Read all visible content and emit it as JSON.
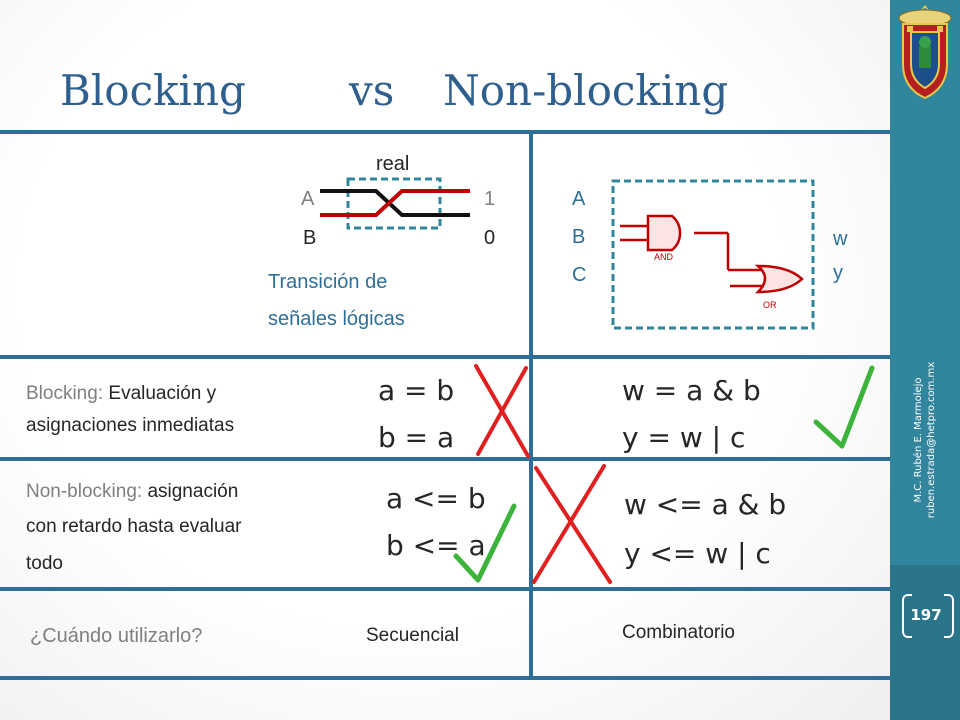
{
  "title": {
    "left": "Blocking",
    "mid": "vs",
    "right": "Non-blocking"
  },
  "diagram_left": {
    "real_label": "real",
    "in_a": "A",
    "in_b": "B",
    "out_1": "1",
    "out_0": "0",
    "caption_line1": "Transición de",
    "caption_line2": "señales lógicas"
  },
  "diagram_right": {
    "in_a": "A",
    "in_b": "B",
    "in_c": "C",
    "out_w": "w",
    "out_y": "y",
    "and_label": "AND",
    "or_label": "OR"
  },
  "rows": {
    "blocking": {
      "label_term": "Blocking:",
      "label_rest1": "Evaluación y",
      "label_line2": "asignaciones inmediatas",
      "code_left_1": "a = b",
      "code_left_2": "b = a",
      "code_right_1": "w = a & b",
      "code_right_2": "y  = w | c"
    },
    "nonblocking": {
      "label_term": "Non-blocking:",
      "label_rest1": "asignación",
      "label_line2": "con retardo hasta evaluar",
      "label_line3": "todo",
      "code_left_1": "a <= b",
      "code_left_2": "b <= a",
      "code_right_1": "w <= a & b",
      "code_right_2": "y  <= w | c"
    },
    "when": {
      "question": "¿Cuándo utilizarlo?",
      "left_answer": "Secuencial",
      "right_answer": "Combinatorio"
    }
  },
  "sidebar": {
    "author": "M.C. Rubén E. Marmolejo",
    "email": "ruben.estrada@hetpro.com.mx",
    "page_number": "197"
  },
  "colors": {
    "accent": "#31859c",
    "title": "#2e5f8f",
    "rule": "#2e6f99",
    "wire_red": "#c00000",
    "check_green": "#3cb43c",
    "cross_red": "#e02020"
  }
}
